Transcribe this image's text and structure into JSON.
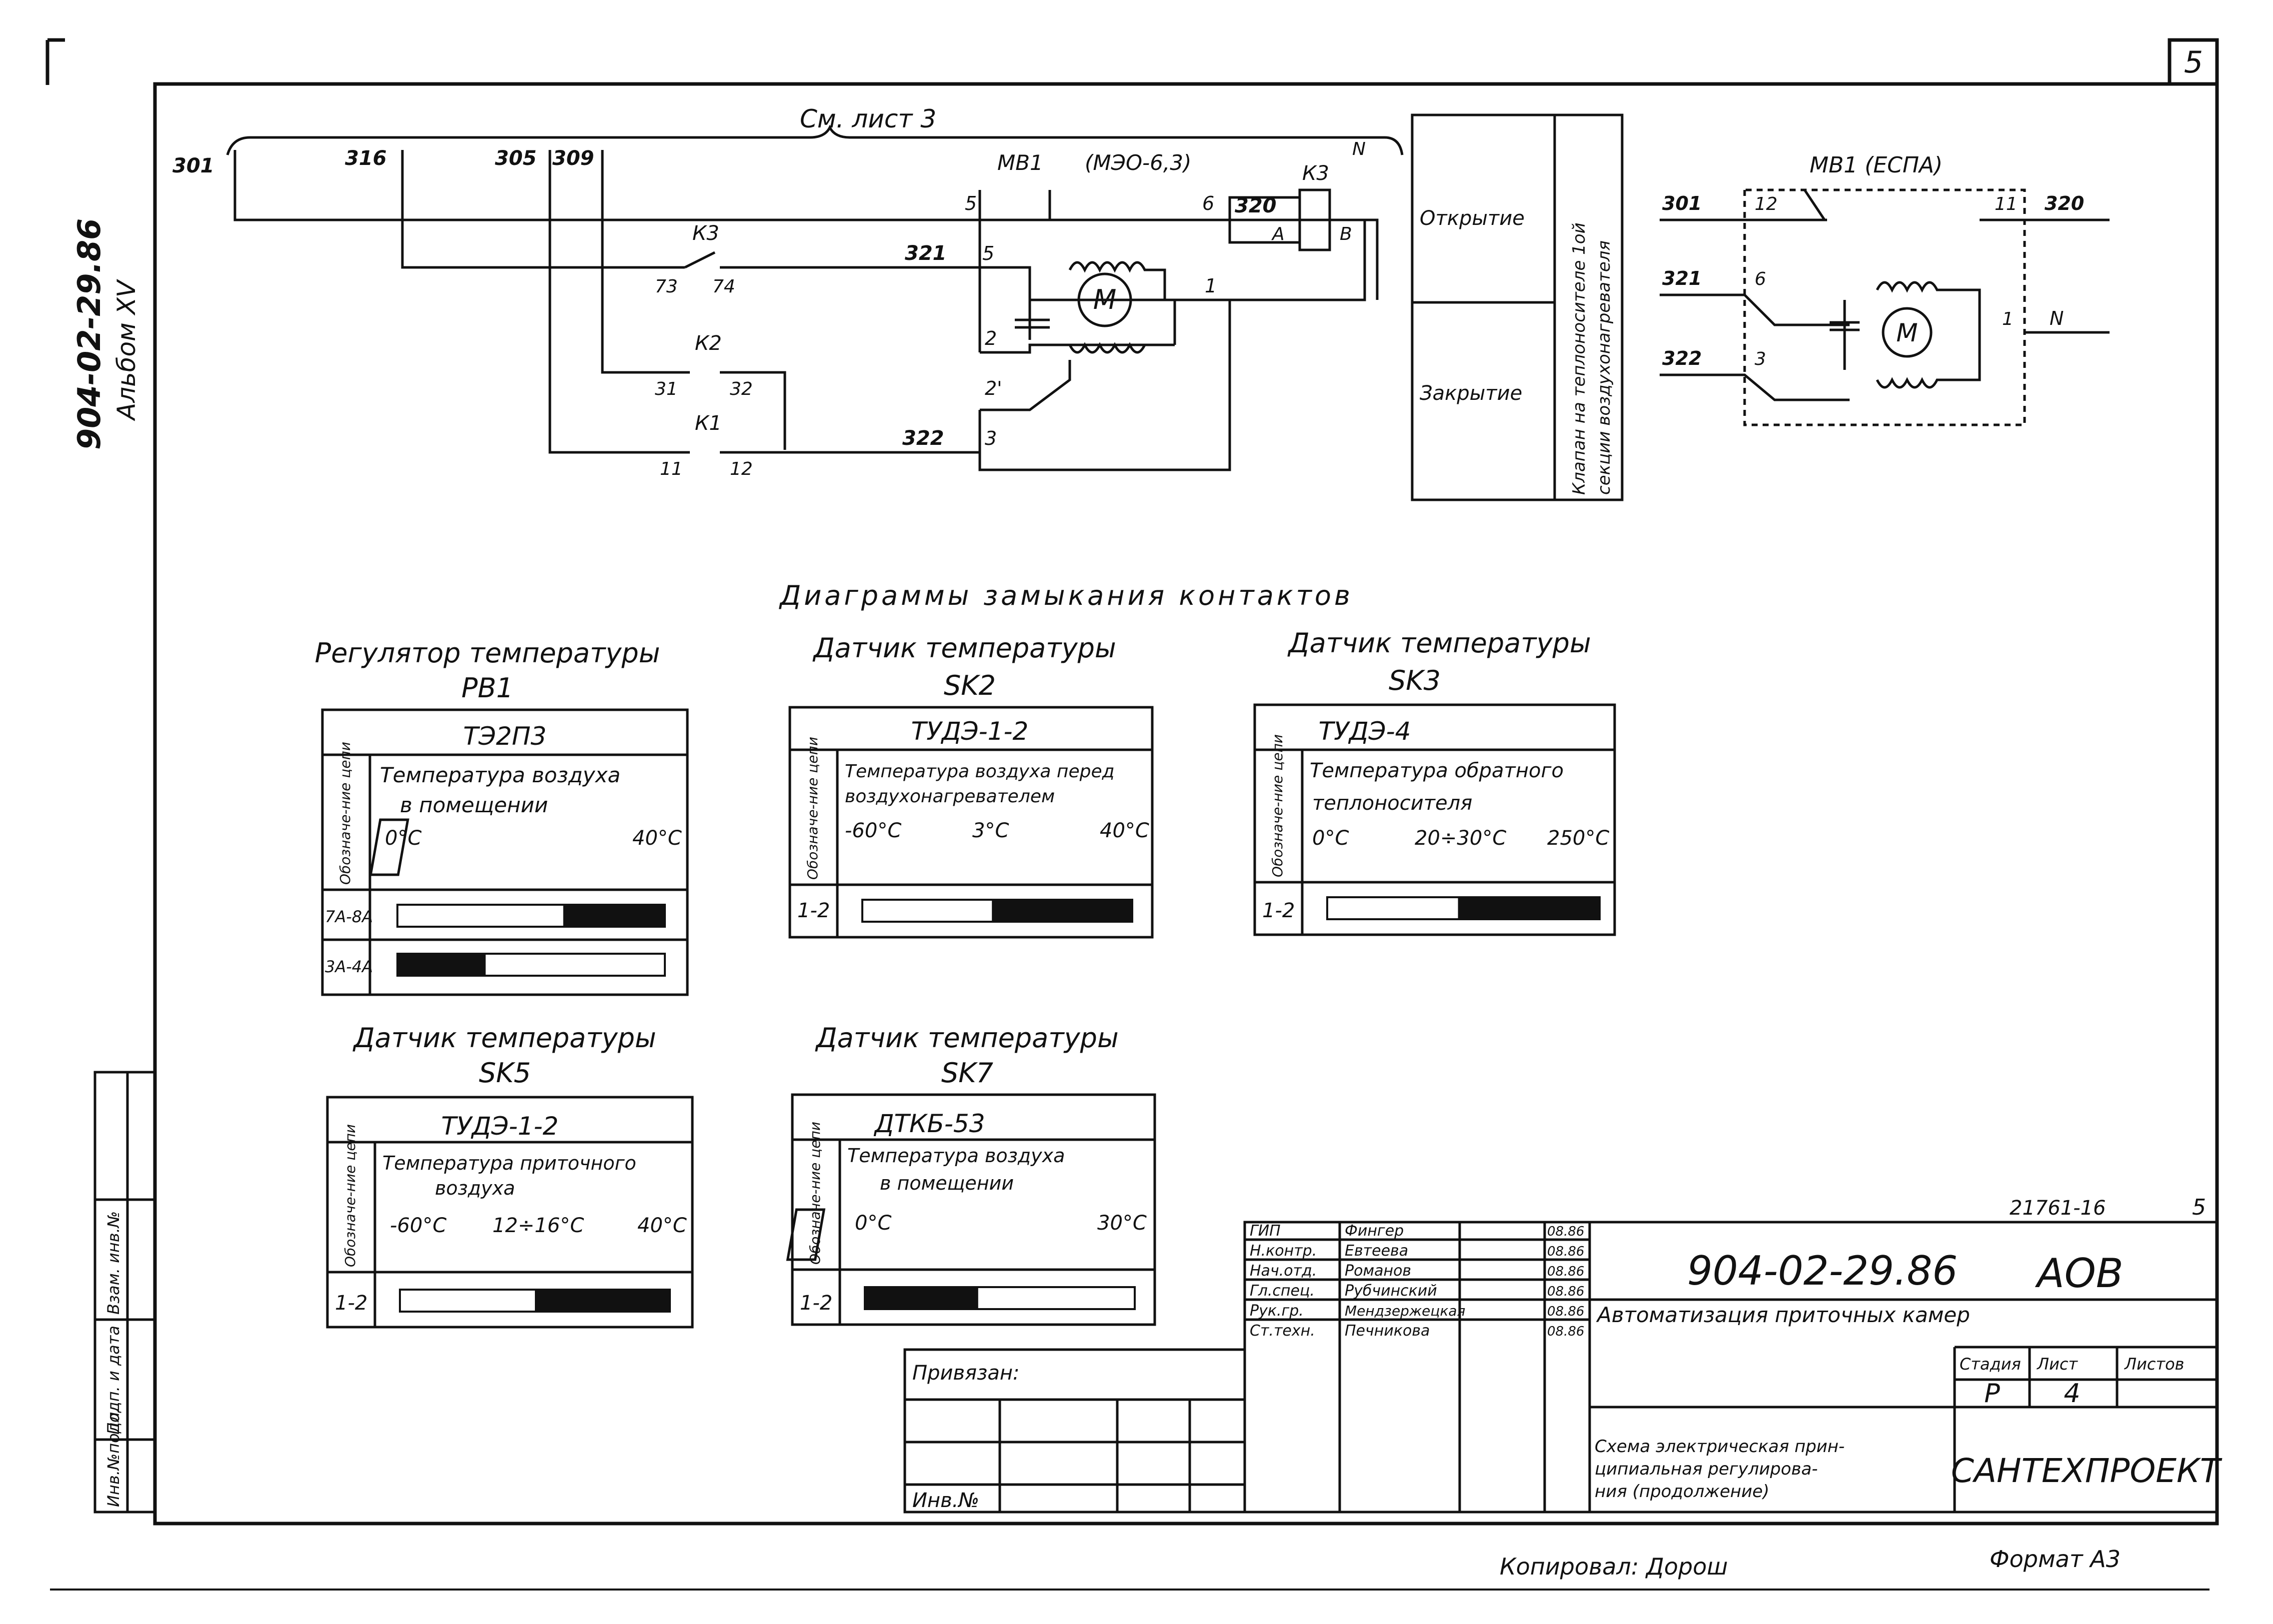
{
  "sheet": {
    "corner_number": "5",
    "side_code": "904-02-29.86",
    "side_album": "Альбом XV",
    "copied_by": "Копировал: Дорош",
    "format": "Формат А3"
  },
  "left_strip": {
    "labels": [
      "Инв.№подл.",
      "Подп. и дата",
      "Взам. инв.№"
    ]
  },
  "schematic": {
    "see_sheet": "См. лист 3",
    "wire_labels": [
      "301",
      "316",
      "305",
      "309",
      "321",
      "322",
      "320"
    ],
    "mb1_label": "МВ1",
    "mb1_type": "(МЭО-6,3)",
    "k3_label": "К3",
    "n_label": "N",
    "k3_a": "А",
    "k3_b": "В",
    "term_5prime": "5'",
    "term_6": "6",
    "term_5": "5",
    "term_1": "1",
    "term_2": "2",
    "term_2prime": "2'",
    "term_3": "3",
    "k3_contact": "К3",
    "k3_73": "73",
    "k3_74": "74",
    "k2_label": "К2",
    "k2_31": "31",
    "k2_32": "32",
    "k1_label": "К1",
    "k1_11": "11",
    "k1_12": "12",
    "motor": "М"
  },
  "valve_table": {
    "open": "Открытие",
    "closed": "Закрытие",
    "side_line1": "Клапан на теплоносителе 1ой",
    "side_line2": "секции воздухонагревателя"
  },
  "espa": {
    "label": "МВ1 (ЕСПА)",
    "w301": "301",
    "w321": "321",
    "w322": "322",
    "w320": "320",
    "t12": "12",
    "t11": "11",
    "t6": "6",
    "t3": "3",
    "t1": "1",
    "n": "N",
    "motor": "М"
  },
  "diagrams_title": "Диаграммы замыкания контактов",
  "diagrams": {
    "rb1": {
      "heading1": "Регулятор температуры",
      "heading2": "РВ1",
      "model": "ТЭ2П3",
      "desc1": "Температура воздуха",
      "desc2": "в помещении",
      "side": "Обозначе-ние цепи",
      "tick_left": "0°С",
      "tick_right": "40°С",
      "rows": [
        {
          "label": "7А-8А",
          "fill_from": 0.62,
          "fill_to": 1.0
        },
        {
          "label": "3А-4А",
          "fill_from": 0.0,
          "fill_to": 0.33
        }
      ]
    },
    "sk2": {
      "heading1": "Датчик температуры",
      "heading2": "SK2",
      "model": "ТУДЭ-1-2",
      "desc1": "Температура воздуха перед",
      "desc2": "воздухонагревателем",
      "side": "Обозначе-ние цепи",
      "tick_left": "-60°С",
      "tick_mid": "3°С",
      "tick_right": "40°С",
      "rows": [
        {
          "label": "1-2",
          "fill_from": 0.48,
          "fill_to": 1.0
        }
      ]
    },
    "sk3": {
      "heading1": "Датчик температуры",
      "heading2": "SK3",
      "model": "ТУДЭ-4",
      "desc1": "Температура обратного",
      "desc2": "теплоносителя",
      "side": "Обозначе-ние цепи",
      "tick_left": "0°С",
      "tick_mid": "20÷30°С",
      "tick_right": "250°С",
      "rows": [
        {
          "label": "1-2",
          "fill_from": 0.48,
          "fill_to": 1.0
        }
      ]
    },
    "sk5": {
      "heading1": "Датчик температуры",
      "heading2": "SK5",
      "model": "ТУДЭ-1-2",
      "desc1": "Температура приточного",
      "desc2": "воздуха",
      "side": "Обозначе-ние цепи",
      "tick_left": "-60°С",
      "tick_mid": "12÷16°С",
      "tick_right": "40°С",
      "rows": [
        {
          "label": "1-2",
          "fill_from": 0.5,
          "fill_to": 1.0
        }
      ]
    },
    "sk7": {
      "heading1": "Датчик температуры",
      "heading2": "SK7",
      "model": "ДТКБ-53",
      "desc1": "Температура воздуха",
      "desc2": "в помещении",
      "side": "Обозначе-ние цепи",
      "tick_left": "0°С",
      "tick_right": "30°С",
      "rows": [
        {
          "label": "1-2",
          "fill_from": 0.0,
          "fill_to": 0.42
        }
      ]
    }
  },
  "title_block": {
    "doc_no": "21761-16",
    "sheet_mark": "5",
    "code": "904-02-29.86",
    "suffix": "АОВ",
    "project": "Автоматизация приточных камер",
    "sheet_name1": "Схема электрическая прин-",
    "sheet_name2": "ципиальная регулирова-",
    "sheet_name3": "ния (продолжение)",
    "org": "САНТЕХПРОЕКТ",
    "stage_h": "Стадия",
    "sheet_h": "Лист",
    "sheets_h": "Листов",
    "stage": "Р",
    "sheet": "4",
    "bound": "Привязан:",
    "inv": "Инв.№",
    "signers": [
      {
        "role": "ГИП",
        "name": "Фингер",
        "date": "08.86"
      },
      {
        "role": "Н.контр.",
        "name": "Евтеева",
        "date": "08.86"
      },
      {
        "role": "Нач.отд.",
        "name": "Романов",
        "date": "08.86"
      },
      {
        "role": "Гл.спец.",
        "name": "Рубчинский",
        "date": "08.86"
      },
      {
        "role": "Рук.гр.",
        "name": "Мендзержецкая",
        "date": "08.86"
      },
      {
        "role": "Ст.техн.",
        "name": "Печникова",
        "date": "08.86"
      }
    ]
  }
}
